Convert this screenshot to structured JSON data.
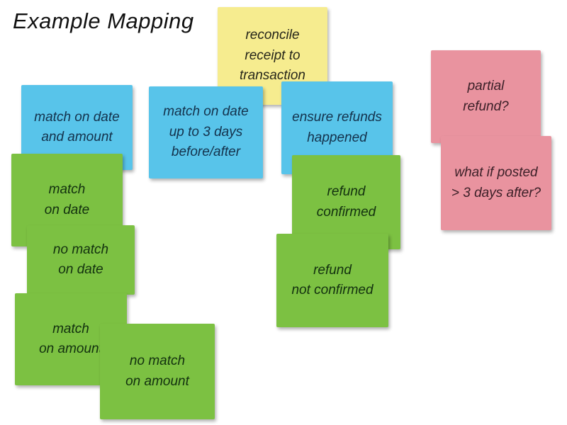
{
  "title": "Example Mapping",
  "palette": {
    "background": "#FFFFFF",
    "title_text": "#111111",
    "yellow_note": "#F6EC8F",
    "blue_note": "#58C4EA",
    "green_note": "#7CC142",
    "pink_note": "#E9939F"
  },
  "notes": [
    {
      "id": "reconcile-receipt-to-transaction",
      "color": "yellow",
      "text": "reconcile\nreceipt to\ntransaction"
    },
    {
      "id": "match-on-date-and-amount",
      "color": "blue",
      "text": "match on date\nand amount"
    },
    {
      "id": "match-on-date-up-to-3-days",
      "color": "blue",
      "text": "match on date\nup to 3 days\nbefore/after"
    },
    {
      "id": "ensure-refunds-happened",
      "color": "blue",
      "text": "ensure refunds\nhappened"
    },
    {
      "id": "match-on-date",
      "color": "green",
      "text": "match\non date"
    },
    {
      "id": "no-match-on-date",
      "color": "green",
      "text": "no match\non date"
    },
    {
      "id": "match-on-amount",
      "color": "green",
      "text": "match\non amount"
    },
    {
      "id": "no-match-on-amount",
      "color": "green",
      "text": "no match\non amount"
    },
    {
      "id": "refund-confirmed",
      "color": "green",
      "text": "refund\nconfirmed"
    },
    {
      "id": "refund-not-confirmed",
      "color": "green",
      "text": "refund\nnot confirmed"
    },
    {
      "id": "partial-refund",
      "color": "pink",
      "text": "partial\nrefund?"
    },
    {
      "id": "what-if-posted-3-days-after",
      "color": "pink",
      "text": "what if posted\n> 3 days after?"
    }
  ]
}
